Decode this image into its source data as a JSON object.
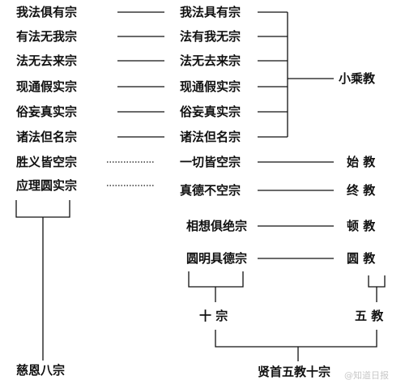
{
  "left_column": {
    "items": [
      "我法俱有宗",
      "有法无我宗",
      "法无去来宗",
      "现通假实宗",
      "俗妄真实宗",
      "诸法但名宗",
      "胜义皆空宗",
      "应理圆实宗"
    ],
    "title": "慈恩八宗"
  },
  "middle_column": {
    "items": [
      "我法具有宗",
      "法有我无宗",
      "法无去来宗",
      "现通假实宗",
      "俗妄真实宗",
      "诸法但名宗",
      "一切皆空宗",
      "真德不空宗",
      "相想俱绝宗",
      "圆明具德宗"
    ],
    "group_label": "十 宗"
  },
  "right_column": {
    "xiaosheng": "小乘教",
    "items": [
      "始 教",
      "终 教",
      "顿 教",
      "圆 教"
    ],
    "group_label": "五 教"
  },
  "bottom_title": "贤首五教十宗",
  "watermark": "@知道日报"
}
